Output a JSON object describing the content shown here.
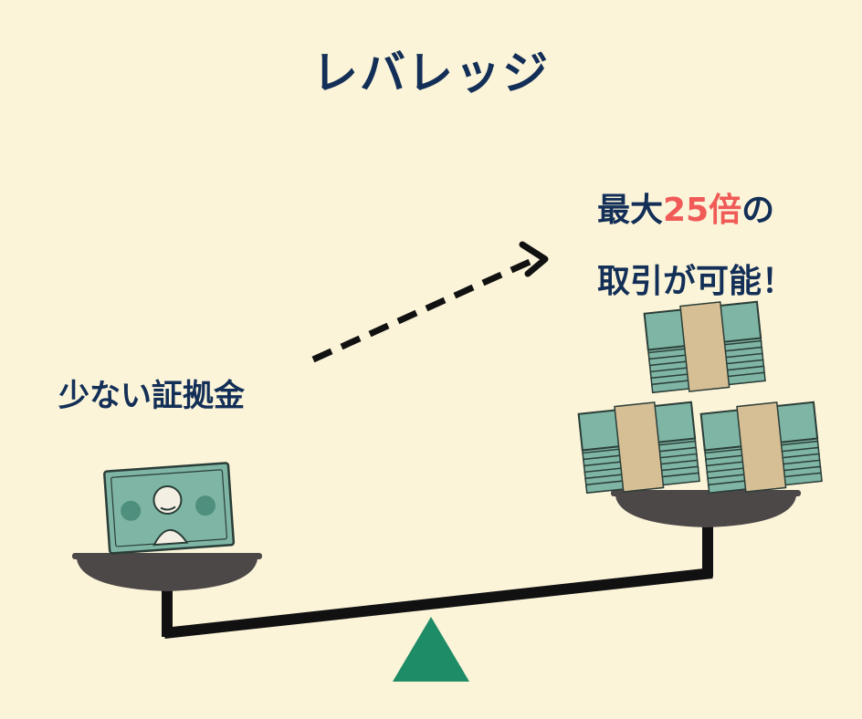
{
  "title": "レバレッジ",
  "left_label": "少ない証拠金",
  "right_label": {
    "line1_prefix": "最大",
    "line1_highlight": "25倍",
    "line1_suffix": "の",
    "line2": "取引が可能！"
  },
  "colors": {
    "background": "#fbf4d9",
    "text": "#132f57",
    "highlight": "#f05a57",
    "fulcrum": "#1e8c66",
    "pan": "#4d4848",
    "banknote": "#7fb5a4",
    "band": "#d7bf95"
  },
  "icons": [
    "banknote-icon",
    "money-stack-icon",
    "dashed-arrow-icon",
    "fulcrum-icon"
  ]
}
